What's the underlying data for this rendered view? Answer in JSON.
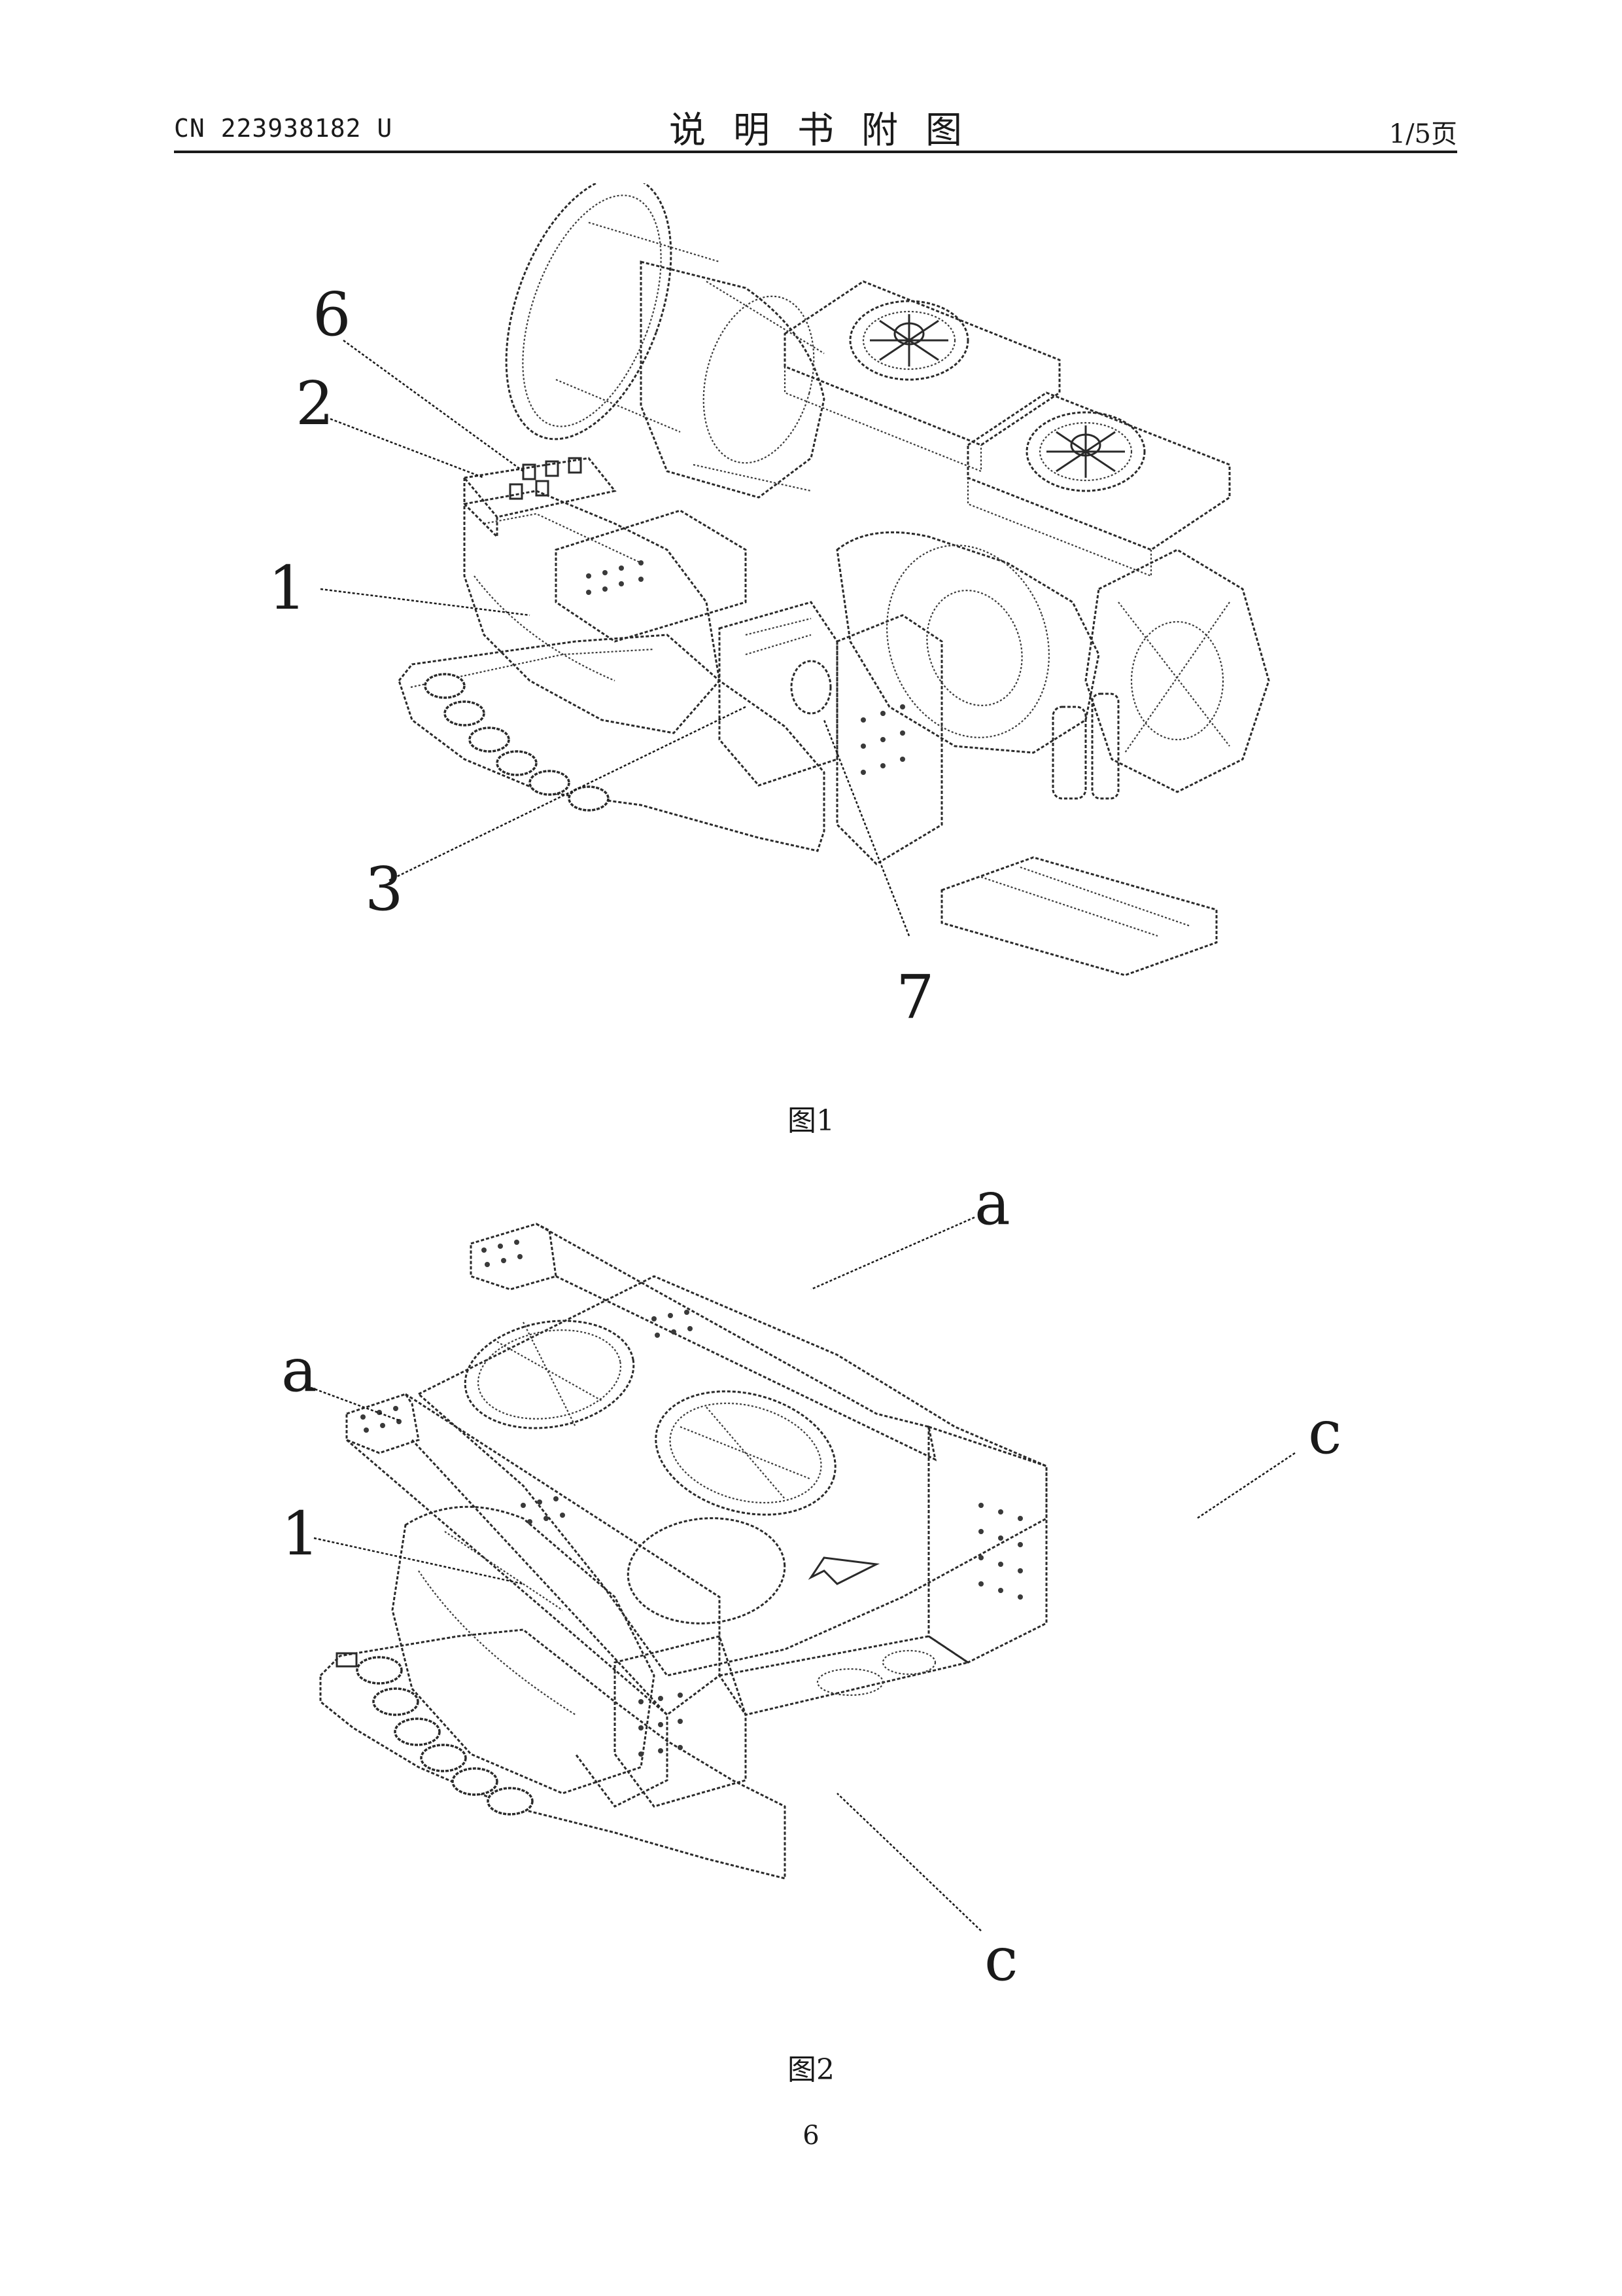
{
  "header": {
    "publication_number": "CN 223938182 U",
    "title": "说明书附图",
    "page_count": "1/5页"
  },
  "figure_1": {
    "caption": "图1",
    "reference_labels": [
      "6",
      "2",
      "1",
      "3",
      "7"
    ]
  },
  "figure_2": {
    "caption": "图2",
    "reference_labels": [
      "a",
      "a",
      "c",
      "1",
      "c"
    ]
  },
  "footer": {
    "page_number": "6"
  }
}
